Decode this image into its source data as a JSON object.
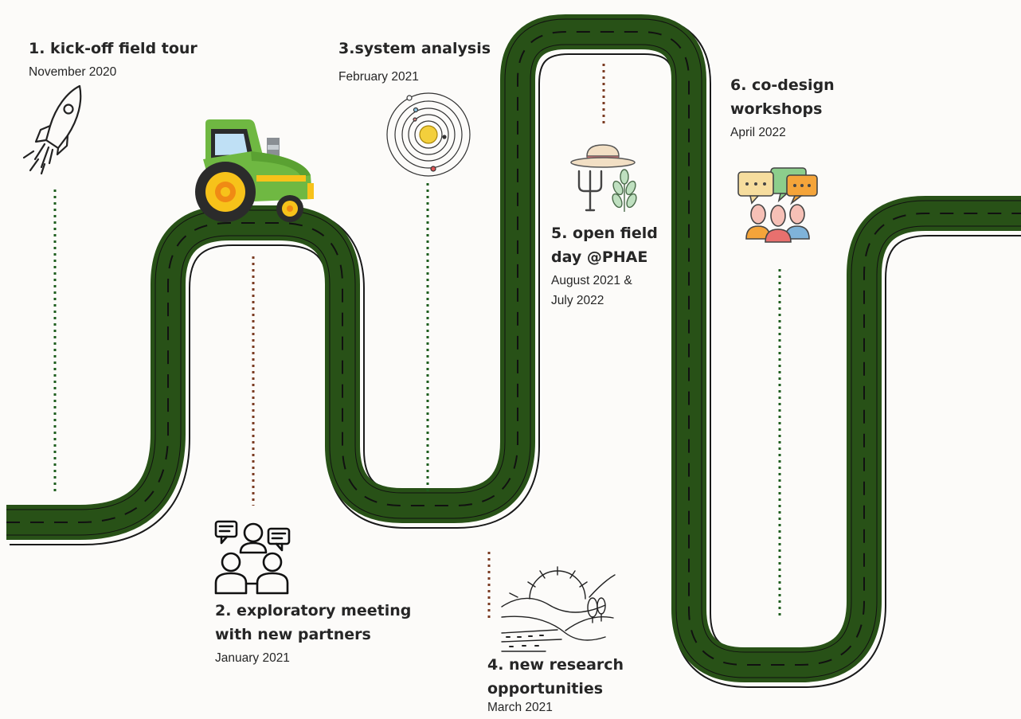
{
  "milestones": [
    {
      "title": "1. kick-off field tour",
      "date": "November 2020"
    },
    {
      "title": "2. exploratory meeting\nwith new partners",
      "date": "January 2021"
    },
    {
      "title": "3.system analysis",
      "date": "February 2021"
    },
    {
      "title": "4. new research\nopportunities",
      "date": "March 2021"
    },
    {
      "title": "5. open field\nday @PHAE",
      "date": "August 2021 &\nJuly 2022"
    },
    {
      "title": "6. co-design\nworkshops",
      "date": "April 2022"
    }
  ],
  "icons": [
    "rocket-icon",
    "meeting-people-icon",
    "solar-system-icon",
    "landscape-sun-icon",
    "farmer-hat-fork-wheat-icon",
    "chat-bubbles-people-icon",
    "tractor-icon"
  ],
  "colors": {
    "road": "#285117",
    "road_outline": "#1a1a1a",
    "dots_green": "#1e5e1e",
    "dots_brown": "#7a3b22",
    "tractor_green": "#6fb842",
    "tractor_yellow": "#f7c21a"
  }
}
